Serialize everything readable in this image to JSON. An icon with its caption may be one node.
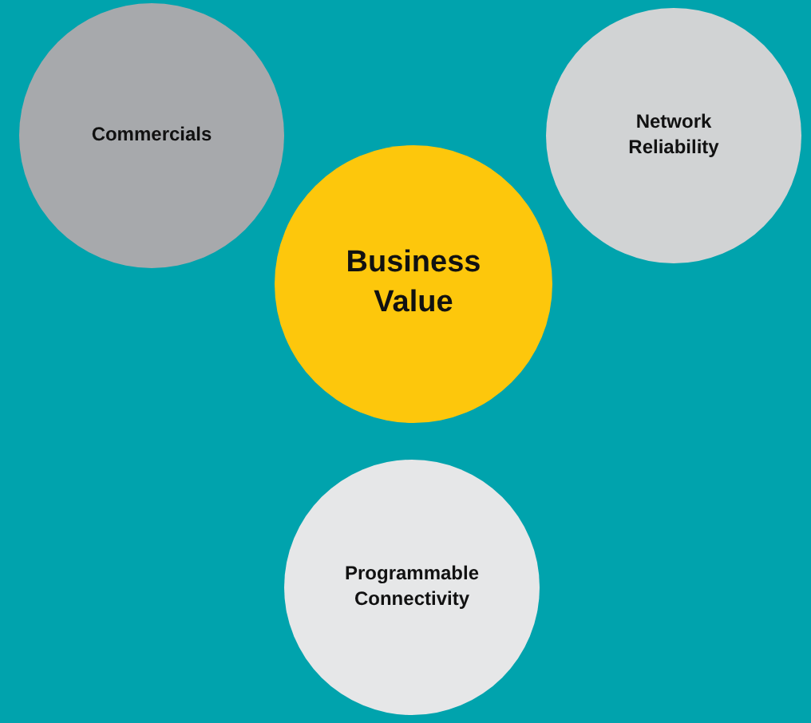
{
  "diagram": {
    "nodes": [
      {
        "text": [
          "Commercials"
        ]
      },
      {
        "text": [
          "Network Reliability"
        ]
      },
      {
        "text": [
          "Business Value"
        ]
      },
      {
        "text": [
          "Programmable Connectivity"
        ]
      }
    ]
  }
}
